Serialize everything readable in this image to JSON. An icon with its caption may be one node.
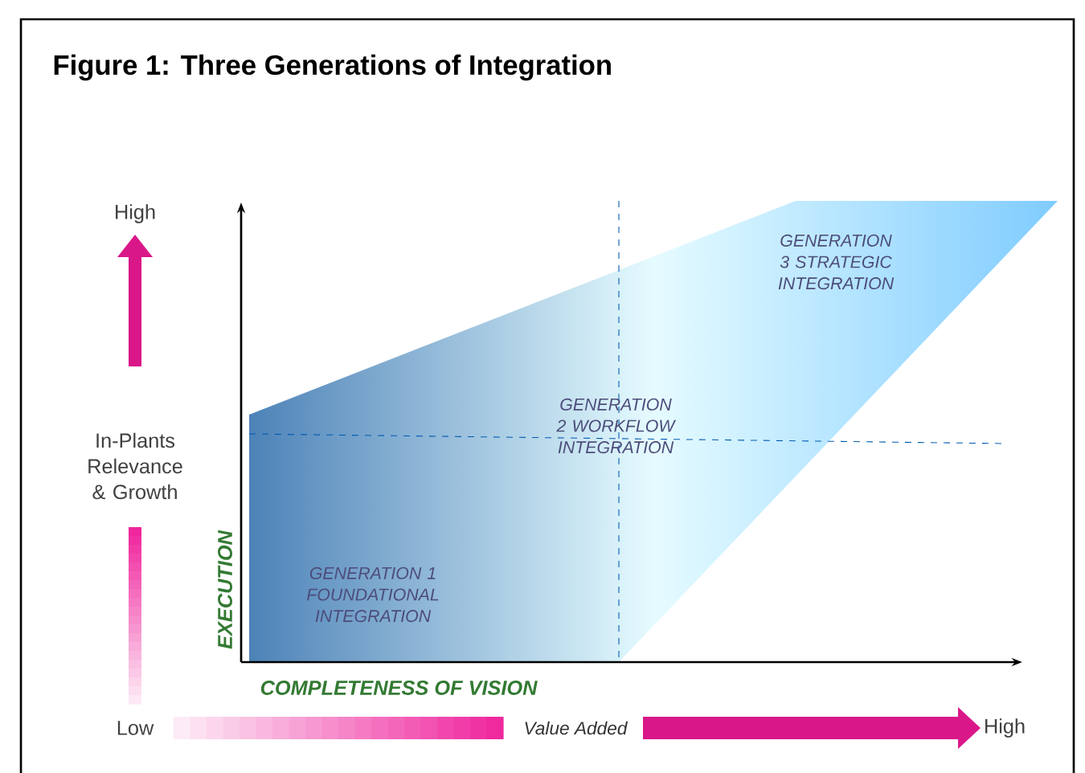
{
  "diagram": {
    "title": "Figure 1: Three Generations of Integration",
    "labels": [
      "High",
      "In-Plants Relevance & Growth",
      "GENERATION 3 STRATEGIC INTEGRATION",
      "GENERATION 2 WORKFLOW INTEGRATION",
      "EXECUTION",
      "GENERATION 1 FOUNDATIONAL INTEGRATION",
      "COMPLETENESS OF VISION",
      "Low",
      "Value Added",
      "High"
    ]
  }
}
